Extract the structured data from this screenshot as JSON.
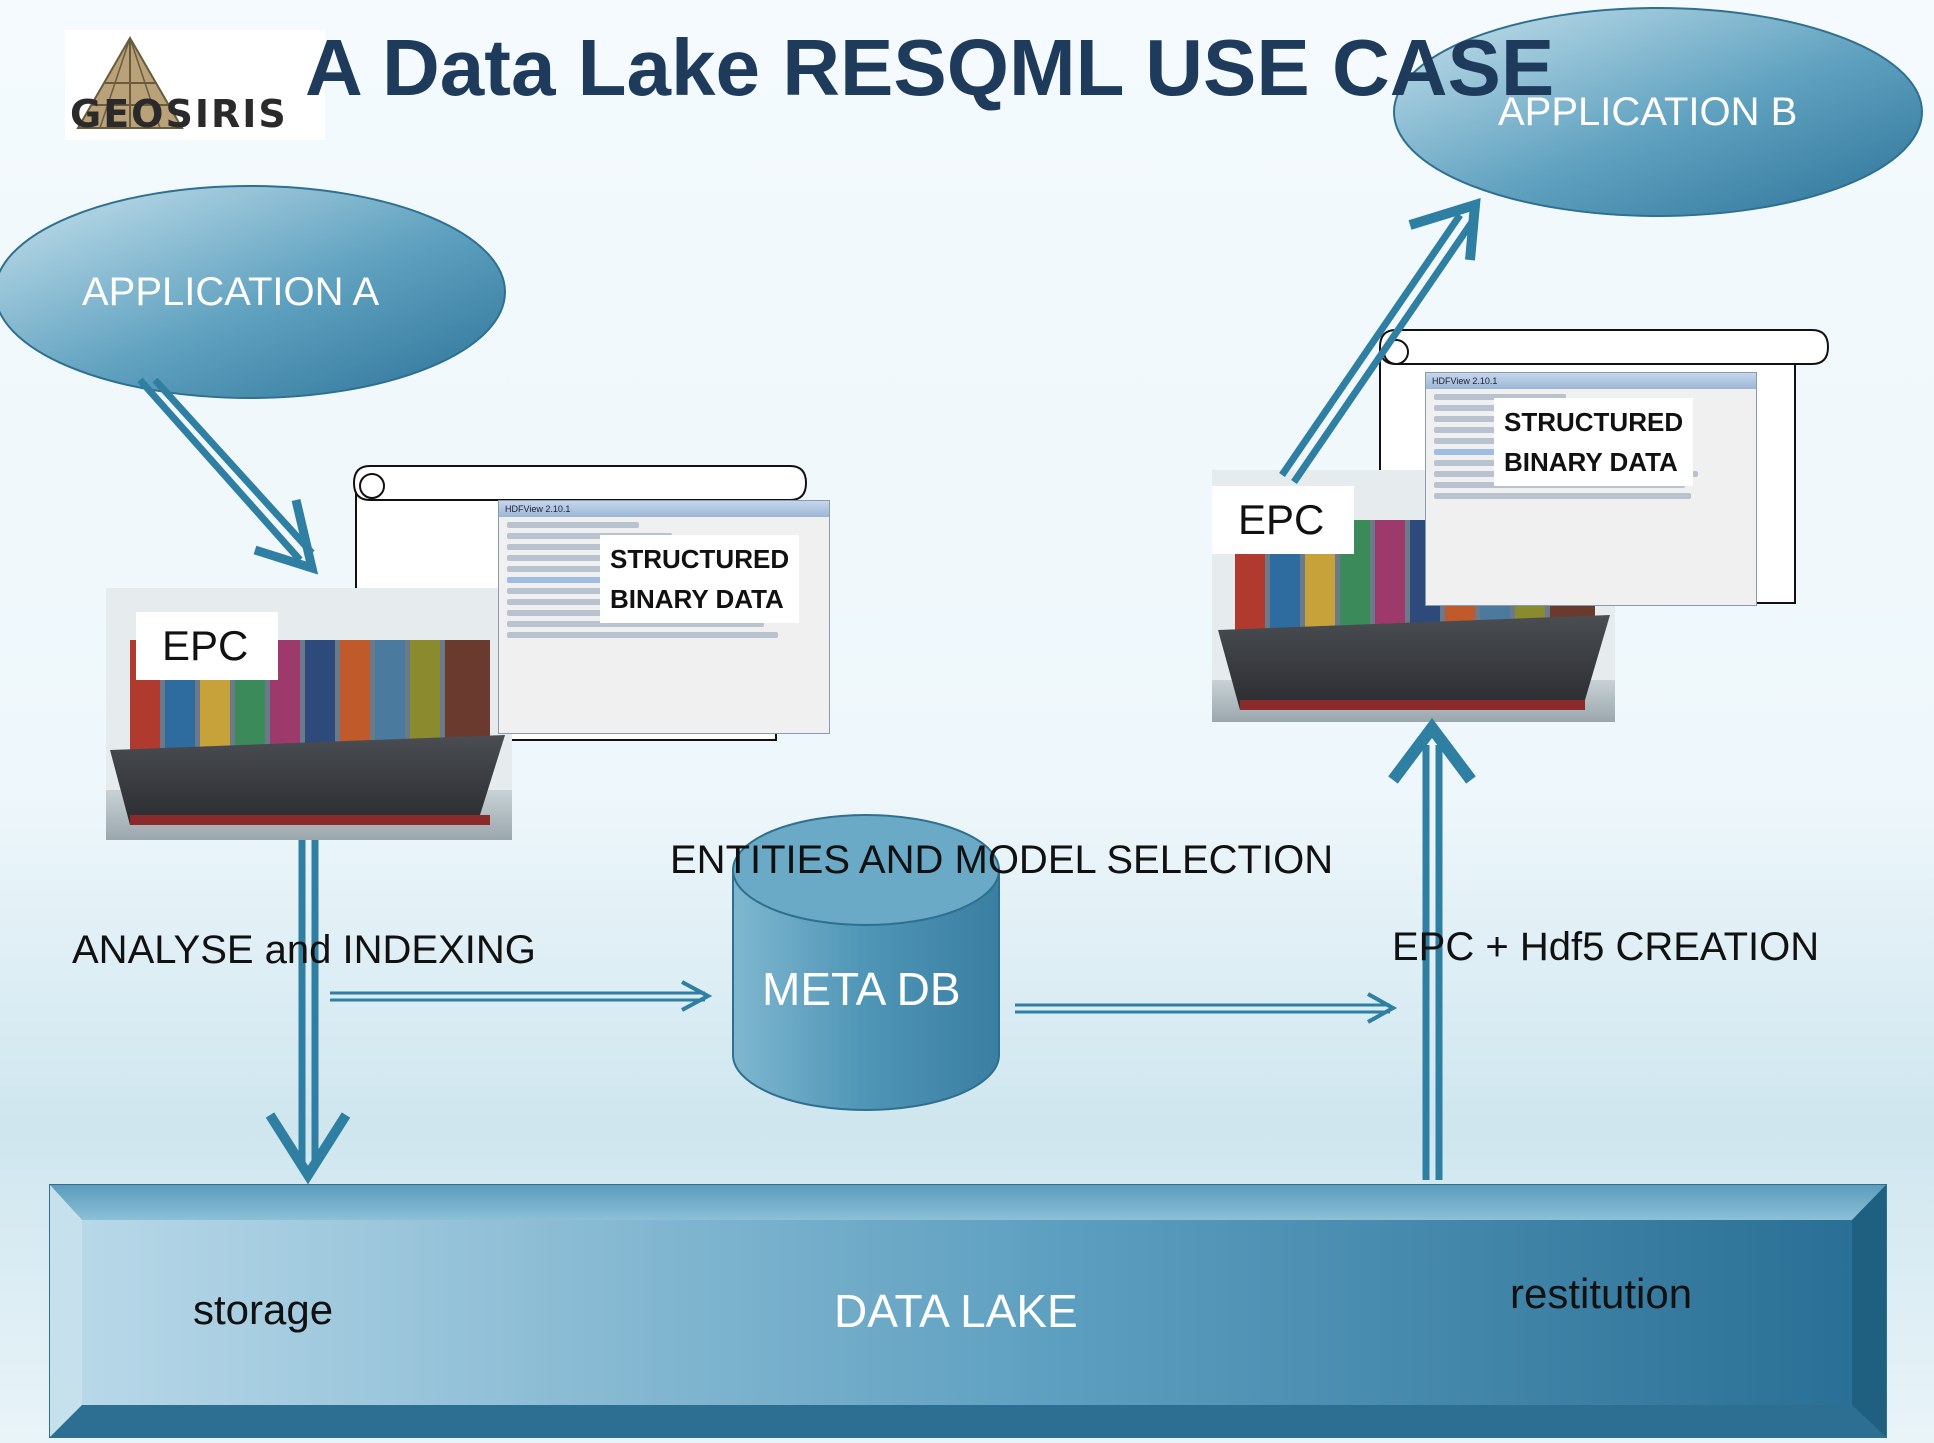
{
  "title": "A Data Lake RESQML USE CASE",
  "logo": {
    "text": "GEOSIRIS"
  },
  "application_a": {
    "label": "APPLICATION A"
  },
  "application_b": {
    "label": "APPLICATION B"
  },
  "left_epc": {
    "badge": "EPC",
    "binary_data_line1": "STRUCTURED",
    "binary_data_line2": "BINARY DATA"
  },
  "right_epc": {
    "badge": "EPC",
    "binary_data_line1": "STRUCTURED",
    "binary_data_line2": "BINARY DATA"
  },
  "hdfview": {
    "window_title": "HDFView 2.10.1"
  },
  "labels": {
    "analyse": "ANALYSE and  INDEXING",
    "entities": "ENTITIES AND MODEL SELECTION",
    "meta_db": "META DB",
    "creation": "EPC + Hdf5 CREATION"
  },
  "data_lake": {
    "label": "DATA  LAKE",
    "storage": "storage",
    "restitution": "restitution"
  },
  "colors": {
    "title": "#1f3b5c",
    "ellipse_light": "#b6d7e6",
    "ellipse_dark": "#3e86a8",
    "arrow": "#2f7fa3",
    "lake_light": "#a9cde0",
    "lake_dark": "#2a6f95"
  }
}
